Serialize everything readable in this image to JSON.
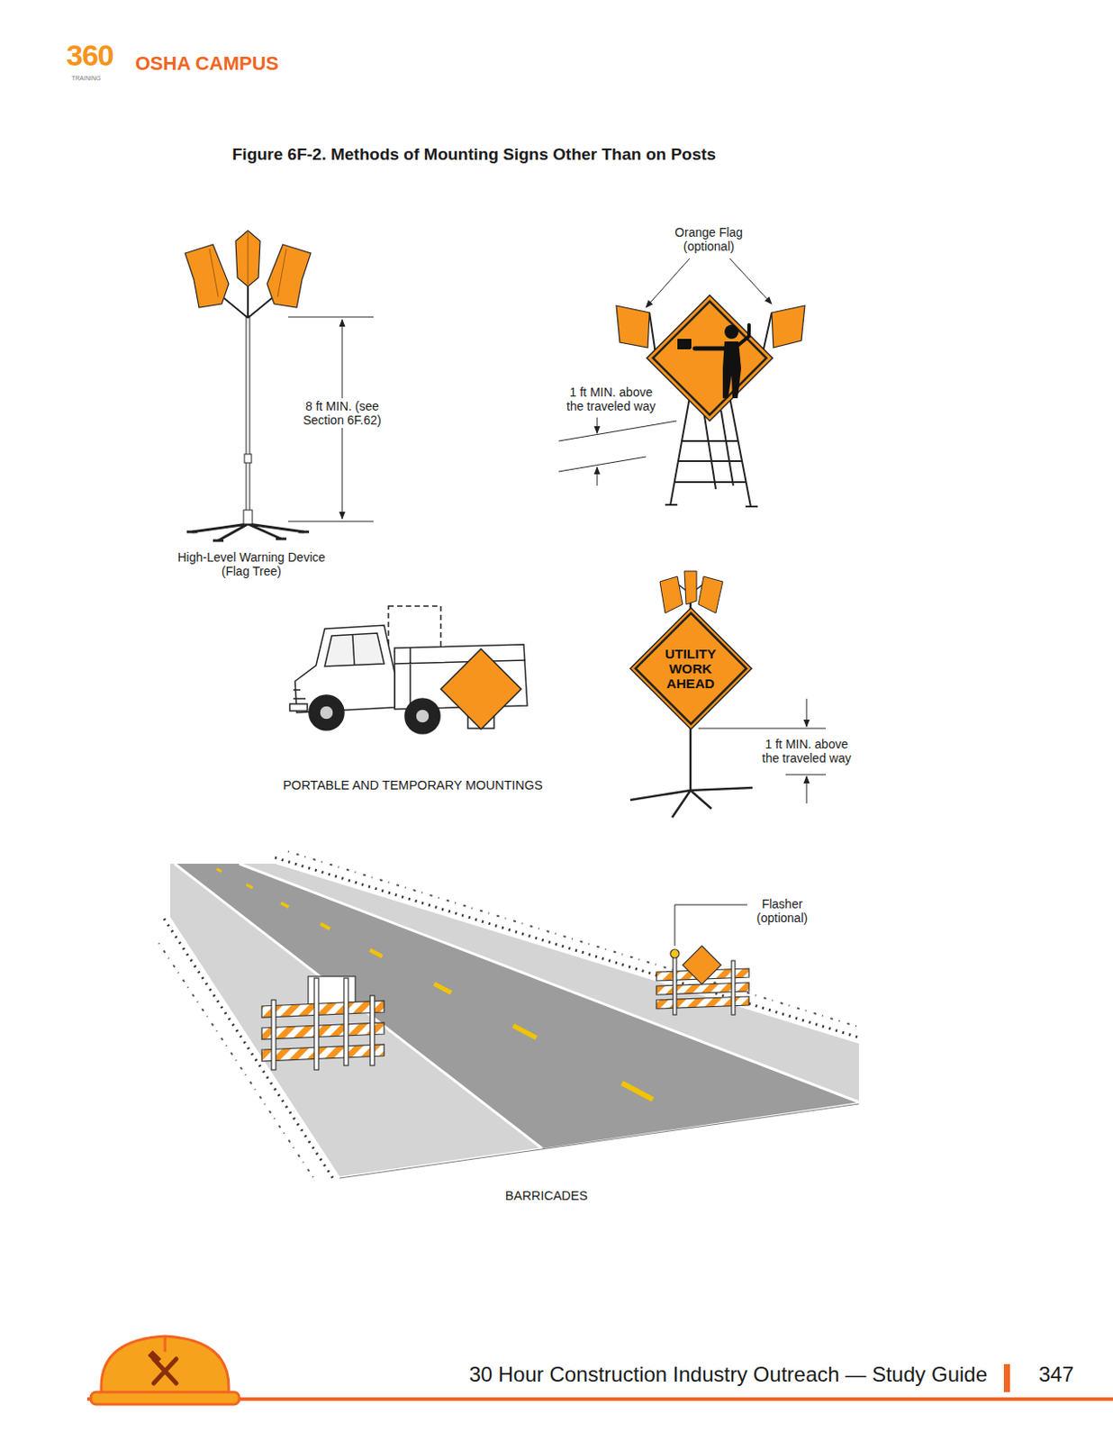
{
  "diagram": {
    "title": "Figure 6F-2. Methods of Mounting Signs Other Than on Posts",
    "nodes": [
      {
        "text": [
          "UTILITY WORK AHEAD"
        ]
      }
    ],
    "labels": [
      "360",
      "TRAINING",
      "OSHA CAMPUS",
      "Orange Flag (optional)",
      "8 ft MIN. (see Section 6F.62)",
      "1 ft MIN. above the traveled way",
      "High-Level Warning Device (Flag Tree)",
      "PORTABLE AND TEMPORARY MOUNTINGS",
      "1 ft MIN. above the traveled way",
      "Flasher (optional)",
      "BARRICADES",
      "30 Hour Construction Industry Outreach — Study Guide",
      "347"
    ]
  }
}
